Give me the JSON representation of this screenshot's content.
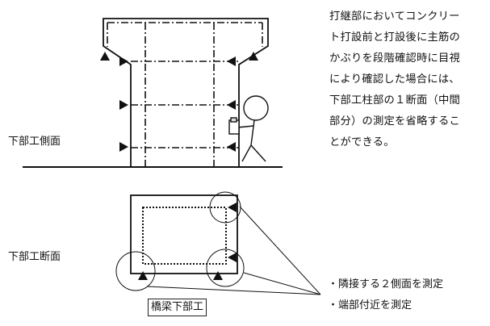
{
  "labels": {
    "side_view": "下部工側面",
    "cross_section": "下部工断面",
    "caption": "橋梁下部工"
  },
  "description_lines": [
    "打継部においてコンクリー",
    "ト打設前と打設後に主筋の",
    "かぶりを段階確認時に目視",
    "により確認した場合には、",
    "下部工柱部の１断面（中間",
    "部分）の測定を省略するこ",
    "とができる。"
  ],
  "bullets": [
    "・隣接する２側面を測定",
    "・端部付近を測定"
  ]
}
